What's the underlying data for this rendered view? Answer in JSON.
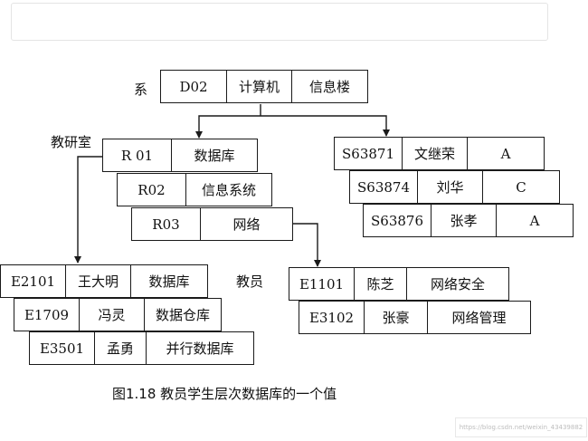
{
  "labels": {
    "dept": "系",
    "office": "教研室",
    "teacher": "教员"
  },
  "dept_record": [
    "D02",
    "计算机",
    "信息楼"
  ],
  "office_records": [
    [
      "R 01",
      "数据库"
    ],
    [
      "R02",
      "信息系统"
    ],
    [
      "R03",
      "网络"
    ]
  ],
  "student_records": [
    [
      "S63871",
      "文继荣",
      "A"
    ],
    [
      "S63874",
      "刘华",
      "C"
    ],
    [
      "S63876",
      "张孝",
      "A"
    ]
  ],
  "teacher_records_db": [
    [
      "E2101",
      "王大明",
      "数据库"
    ],
    [
      "E1709",
      "冯灵",
      "数据仓库"
    ],
    [
      "E3501",
      "孟勇",
      "并行数据库"
    ]
  ],
  "teacher_records_net": [
    [
      "E1101",
      "陈芝",
      "网络安全"
    ],
    [
      "E3102",
      "张豪",
      "网络管理"
    ]
  ],
  "caption": "图1.18  教员学生层次数据库的一个值",
  "watermark": "https://blog.csdn.net/weixin_43439882",
  "colors": {
    "line": "#1a1a1a",
    "background": "#ffffff"
  }
}
